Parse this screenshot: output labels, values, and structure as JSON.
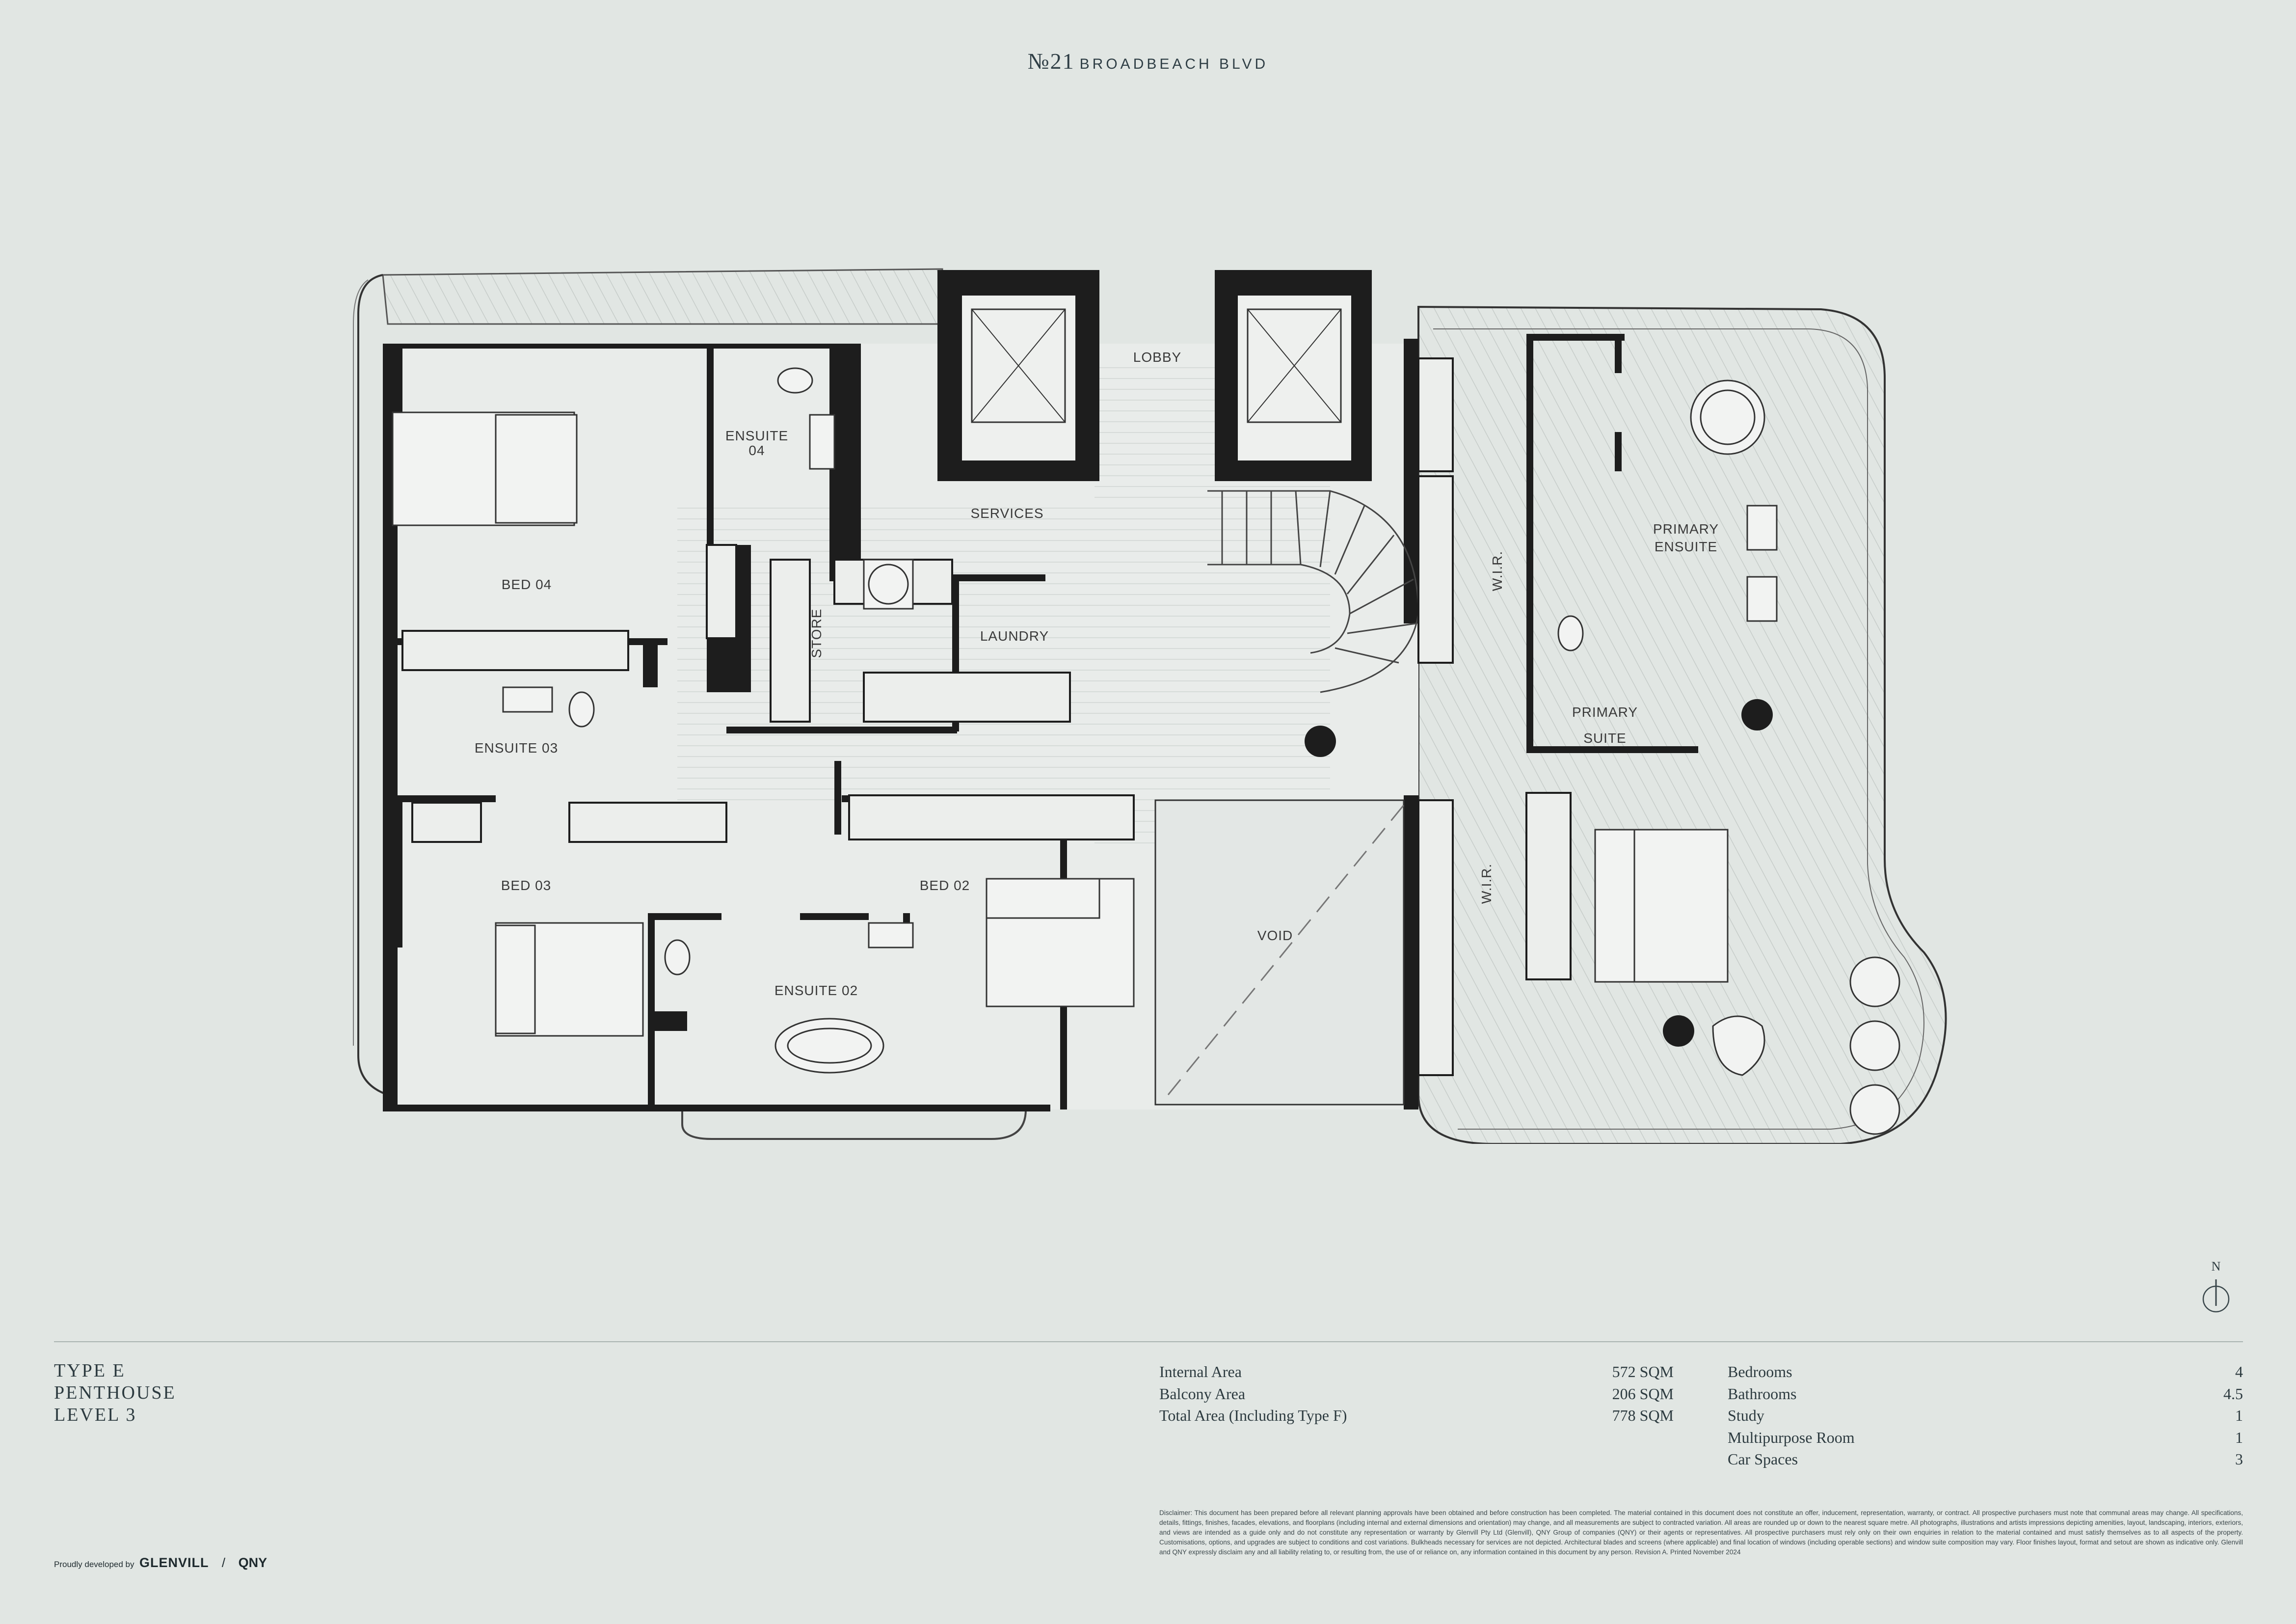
{
  "header": {
    "brand_number": "№21",
    "brand_name": "BROADBEACH BLVD"
  },
  "plan": {
    "rooms": {
      "bed04": "BED 04",
      "ensuite04_l1": "ENSUITE",
      "ensuite04_l2": "04",
      "store": "STORE",
      "laundry": "LAUNDRY",
      "services": "SERVICES",
      "lobby": "LOBBY",
      "ensuite03": "ENSUITE 03",
      "bed03": "BED 03",
      "bed02": "BED 02",
      "ensuite02": "ENSUITE 02",
      "void": "VOID",
      "wir_upper": "W.I.R.",
      "wir_lower": "W.I.R.",
      "primary_ensuite_l1": "PRIMARY",
      "primary_ensuite_l2": "ENSUITE",
      "primary_suite_l1": "PRIMARY",
      "primary_suite_l2": "SUITE"
    }
  },
  "compass": {
    "label": "N"
  },
  "unit": {
    "line1": "TYPE E",
    "line2": "PENTHOUSE",
    "line3": "LEVEL 3"
  },
  "areas": [
    {
      "label": "Internal Area",
      "value": "572 SQM"
    },
    {
      "label": "Balcony Area",
      "value": "206 SQM"
    },
    {
      "label": "Total Area (Including Type F)",
      "value": "778 SQM"
    }
  ],
  "features": [
    {
      "label": "Bedrooms",
      "value": "4"
    },
    {
      "label": "Bathrooms",
      "value": "4.5"
    },
    {
      "label": "Study",
      "value": "1"
    },
    {
      "label": "Multipurpose Room",
      "value": "1"
    },
    {
      "label": "Car Spaces",
      "value": "3"
    }
  ],
  "disclaimer": "Disclaimer: This document has been prepared before all relevant planning approvals have been obtained and before construction has been completed. The material contained in this document does not constitute an offer, inducement, representation, warranty, or contract. All prospective purchasers must note that communal areas may change. All specifications, details, fittings, finishes, facades, elevations, and floorplans (including internal and external dimensions and orientation) may change, and all measurements are subject to contracted variation. All areas are rounded up or down to the nearest square metre. All photographs, illustrations and artists impressions depicting amenities, layout, landscaping, interiors, exteriors, and views are intended as a guide only and do not constitute any representation or warranty by Glenvill Pty Ltd (Glenvill), QNY Group of companies (QNY) or their agents or representatives. All prospective purchasers must rely only on their own enquiries in relation to the material contained and must satisfy themselves as to all aspects of the property. Customisations, options, and upgrades are subject to conditions and cost variations. Bulkheads necessary for services are not depicted. Architectural blades and screens (where applicable) and final location of windows (including operable sections) and window suite composition may vary. Floor finishes layout, format and setout are shown as indicative only. Glenvill and QNY expressly disclaim any and all liability relating to, or resulting from, the use of or reliance on, any information contained in this document by any person. Revision A. Printed November 2024",
  "developer": {
    "prefix": "Proudly developed by",
    "name1": "GLENVILL",
    "separator": "/",
    "name2": "QNY"
  }
}
